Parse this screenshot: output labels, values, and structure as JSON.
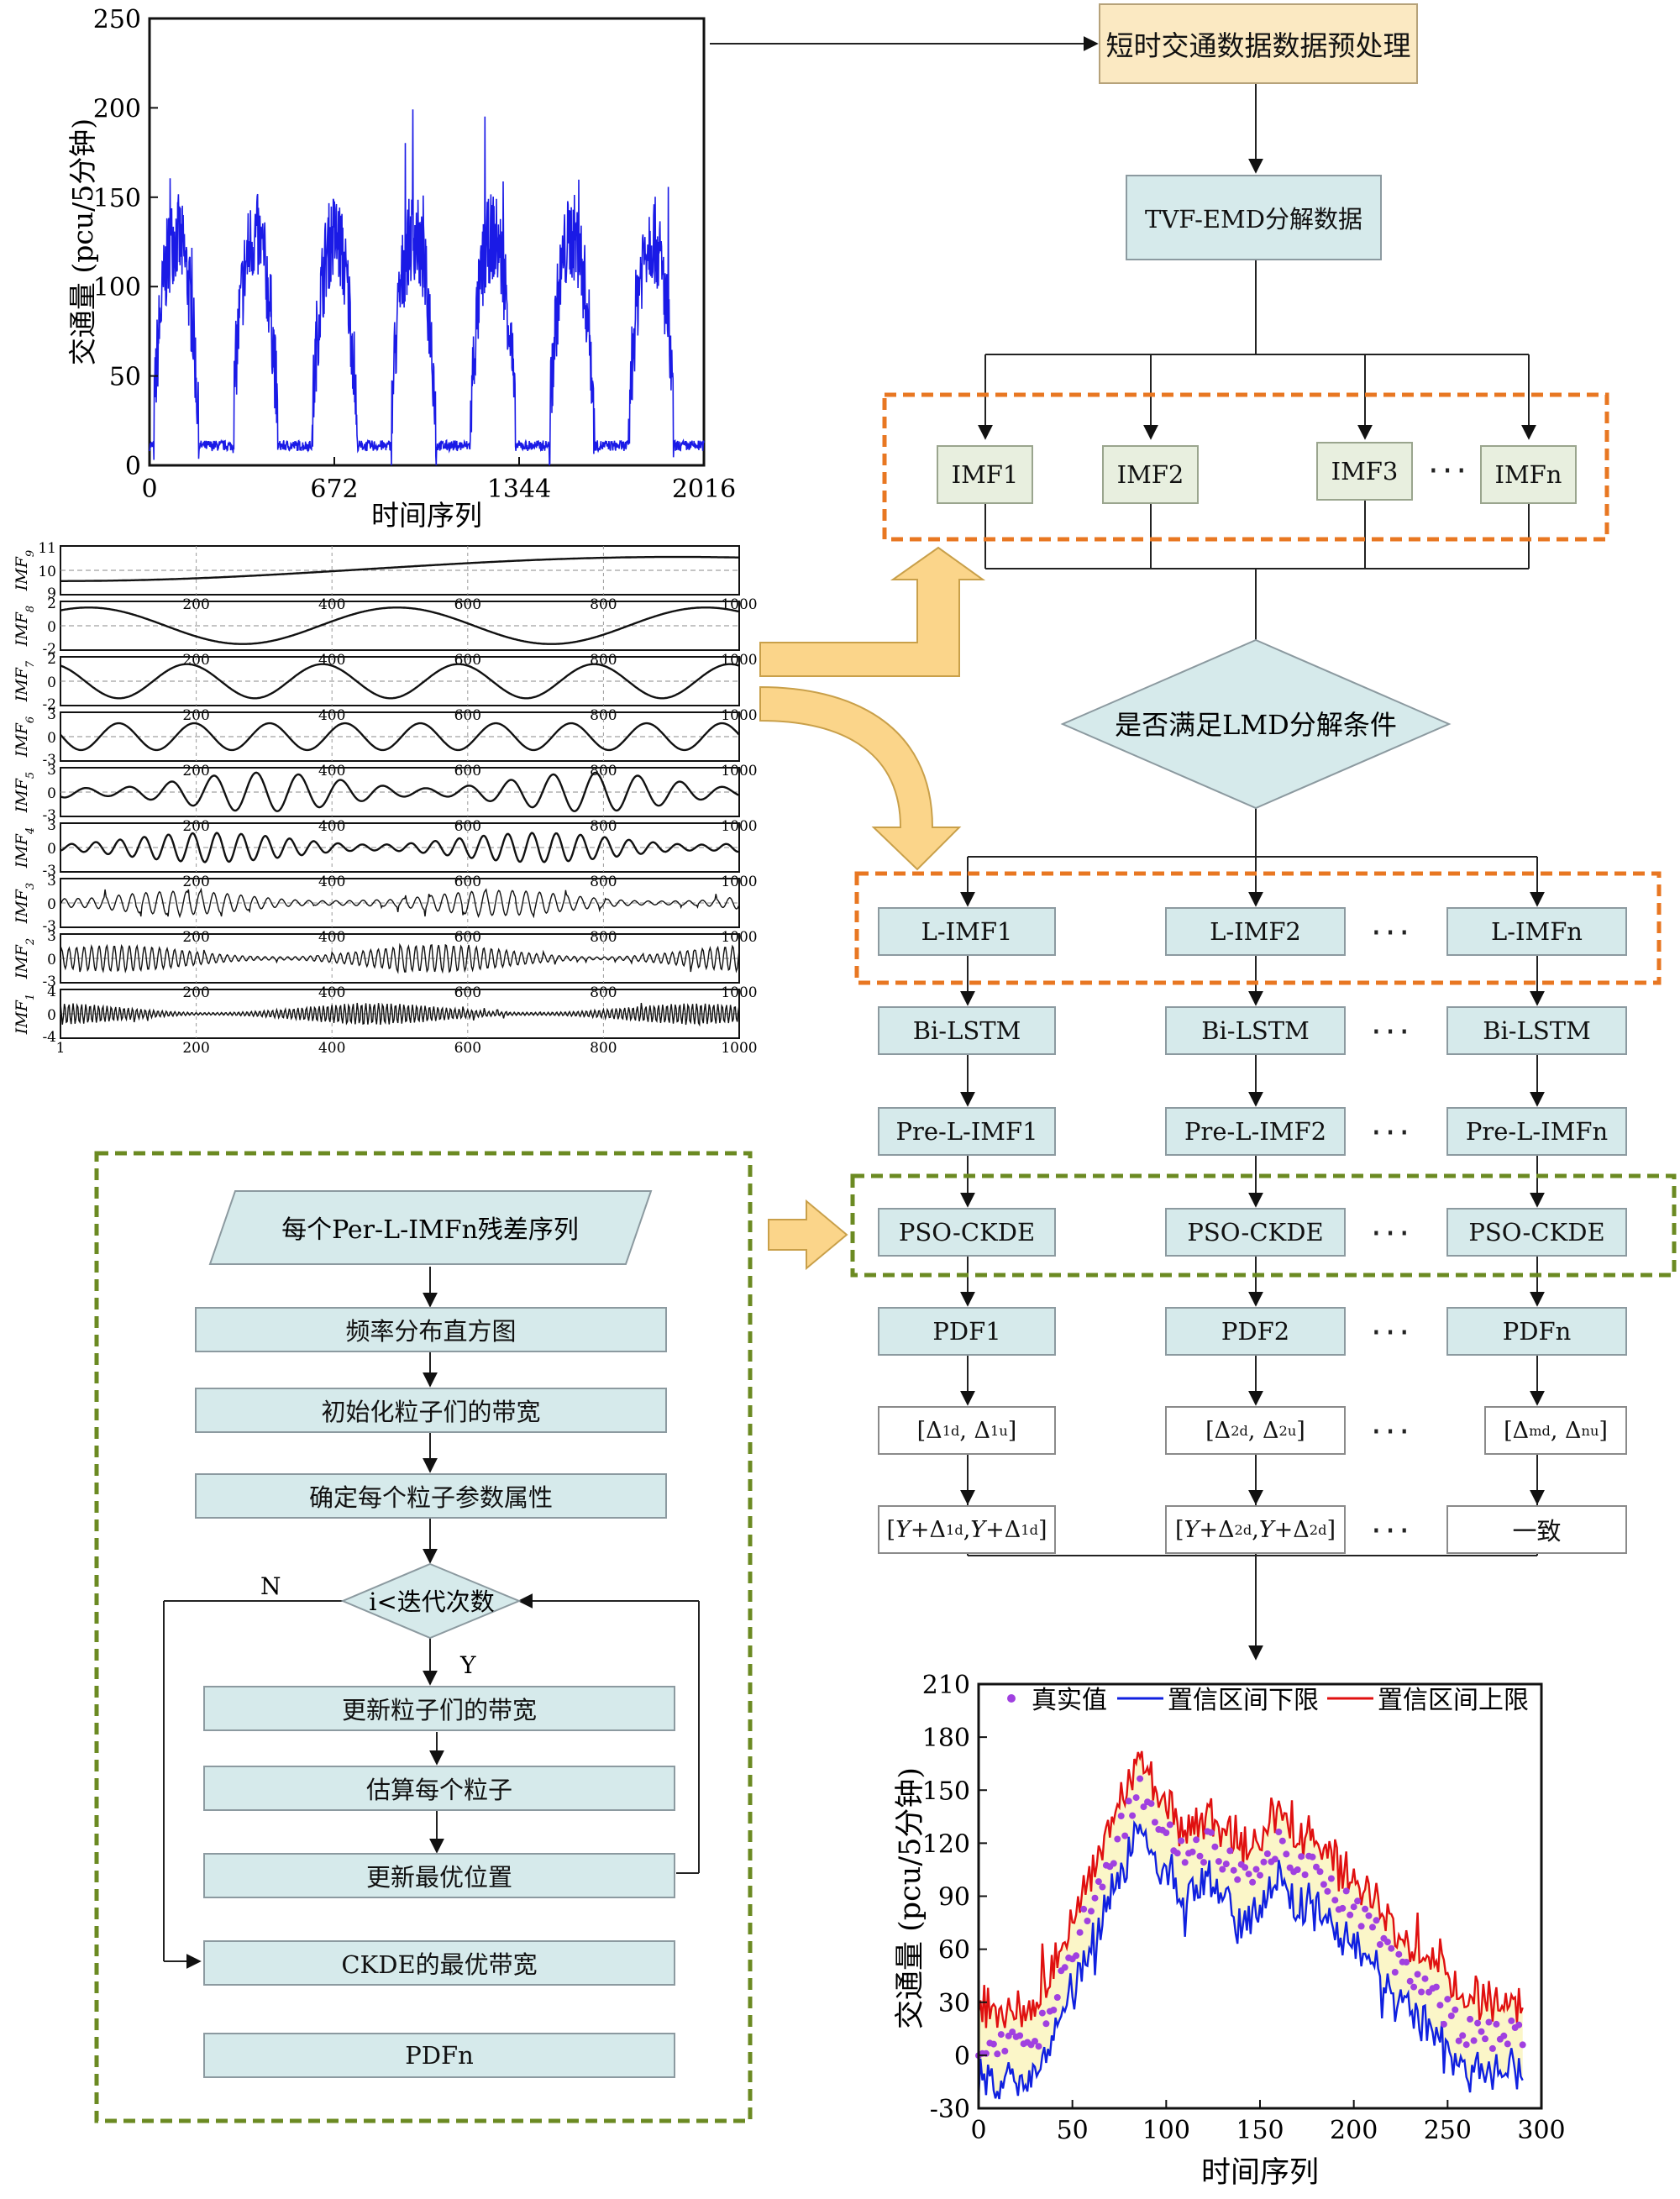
{
  "charts": {
    "top": {
      "type": "line",
      "ylabel": "交通量 (pcu/5分钟)",
      "xlabel": "时间序列",
      "yticks": [
        "0",
        "50",
        "100",
        "150",
        "200",
        "250"
      ],
      "xticks": [
        "0",
        "672",
        "1344",
        "2016"
      ],
      "xlim": [
        0,
        2016
      ],
      "ylim": [
        0,
        250
      ]
    },
    "imf": {
      "type": "line",
      "panels": [
        {
          "name": "IMF9",
          "label": "IMF",
          "sub": "9",
          "yticks": [
            "9",
            "10",
            "11"
          ]
        },
        {
          "name": "IMF8",
          "label": "IMF",
          "sub": "8",
          "yticks": [
            "-2",
            "0",
            "2"
          ]
        },
        {
          "name": "IMF7",
          "label": "IMF",
          "sub": "7",
          "yticks": [
            "-2",
            "0",
            "2"
          ]
        },
        {
          "name": "IMF6",
          "label": "IMF",
          "sub": "6",
          "yticks": [
            "-3",
            "0",
            "3"
          ]
        },
        {
          "name": "IMF5",
          "label": "IMF",
          "sub": "5",
          "yticks": [
            "-3",
            "0",
            "3"
          ]
        },
        {
          "name": "IMF4",
          "label": "IMF",
          "sub": "4",
          "yticks": [
            "-3",
            "0",
            "3"
          ]
        },
        {
          "name": "IMF3",
          "label": "IMF",
          "sub": "3",
          "yticks": [
            "-3",
            "0",
            "3"
          ]
        },
        {
          "name": "IMF2",
          "label": "IMF",
          "sub": "2",
          "yticks": [
            "-3",
            "0",
            "3"
          ]
        },
        {
          "name": "IMF1",
          "label": "IMF",
          "sub": "1",
          "yticks": [
            "-4",
            "0",
            "4"
          ]
        }
      ],
      "xticks": [
        "200",
        "400",
        "600",
        "800",
        "1000"
      ],
      "xfirst": "1"
    },
    "bottom": {
      "type": "line",
      "ylabel": "交通量 (pcu/5分钟)",
      "xlabel": "时间序列",
      "yticks": [
        "-30",
        "0",
        "30",
        "60",
        "90",
        "120",
        "150",
        "180",
        "210"
      ],
      "xticks": [
        "0",
        "50",
        "100",
        "150",
        "200",
        "250",
        "300"
      ],
      "xlim": [
        0,
        300
      ],
      "ylim": [
        -30,
        210
      ],
      "legend": {
        "true": "真实值",
        "lower": "置信区间下限",
        "upper": "置信区间上限"
      },
      "colors": {
        "true": "#a040e0",
        "lower": "#1020e0",
        "upper": "#e01010",
        "band": "#fbf6c8"
      }
    }
  },
  "flow": {
    "preprocess": "短时交通数据数据预处理",
    "tvf": "TVF-EMD分解数据",
    "imf": [
      "IMF1",
      "IMF2",
      "IMF3",
      "IMFn"
    ],
    "decision": "是否满足LMD分解条件",
    "limf": [
      "L-IMF1",
      "L-IMF2",
      "L-IMFn"
    ],
    "bilstm": [
      "Bi-LSTM",
      "Bi-LSTM",
      "Bi-LSTM"
    ],
    "pre": [
      "Pre-L-IMF1",
      "Pre-L-IMF2",
      "Pre-L-IMFn"
    ],
    "pso": [
      "PSO-CKDE",
      "PSO-CKDE",
      "PSO-CKDE"
    ],
    "pdf": [
      "PDF1",
      "PDF2",
      "PDFn"
    ],
    "last": "一致",
    "dots": "···"
  },
  "sub": {
    "input": "每个Per-L-IMFn残差序列",
    "hist": "频率分布直方图",
    "init": "初始化粒子们的带宽",
    "attr": "确定每个粒子参数属性",
    "cond": "i<迭代次数",
    "update": "更新粒子们的带宽",
    "estimate": "估算每个粒子",
    "best": "更新最优位置",
    "ckde": "CKDE的最优带宽",
    "pdfn": "PDFn",
    "n": "N",
    "y": "Y"
  }
}
